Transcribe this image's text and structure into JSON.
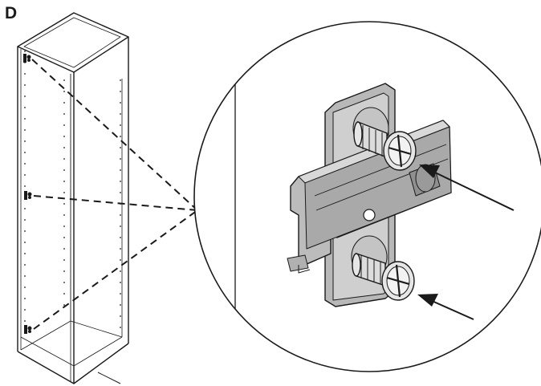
{
  "step": {
    "label": "D"
  },
  "colors": {
    "ink": "#1a1a1a",
    "plate_fill": "#b8b8b8",
    "plate_light": "#d6d6d6",
    "plate_dark": "#8f8f8f",
    "screw_fill": "#e6e6e6",
    "paper": "#ffffff"
  },
  "icons": [
    "hinge-mounting-plate",
    "screw",
    "arrow",
    "cabinet"
  ]
}
